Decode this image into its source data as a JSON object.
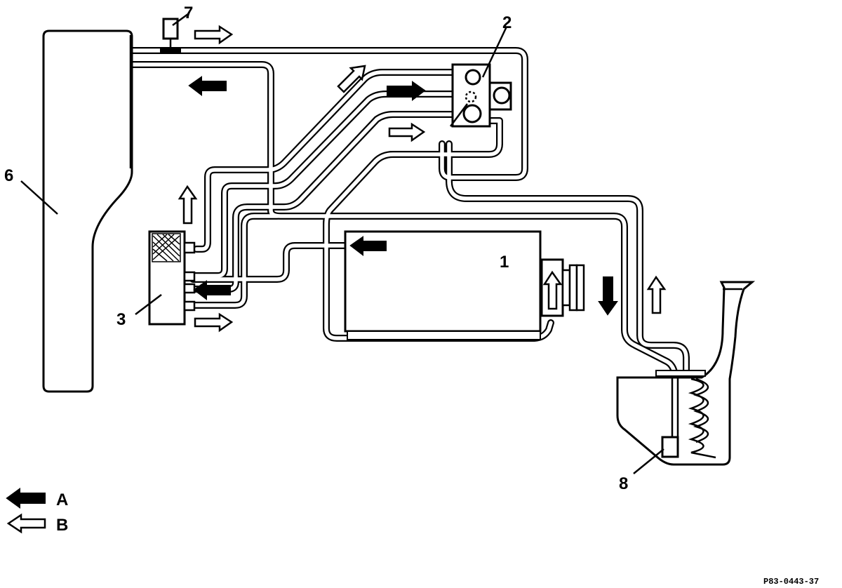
{
  "callouts": {
    "c1": "1",
    "c2": "2",
    "c3": "3",
    "c6": "6",
    "c7": "7",
    "c8": "8"
  },
  "legend": {
    "a_label": "A",
    "b_label": "B"
  },
  "figure_code": "P83-0443-37",
  "colors": {
    "line": "#000000",
    "background": "#ffffff"
  }
}
